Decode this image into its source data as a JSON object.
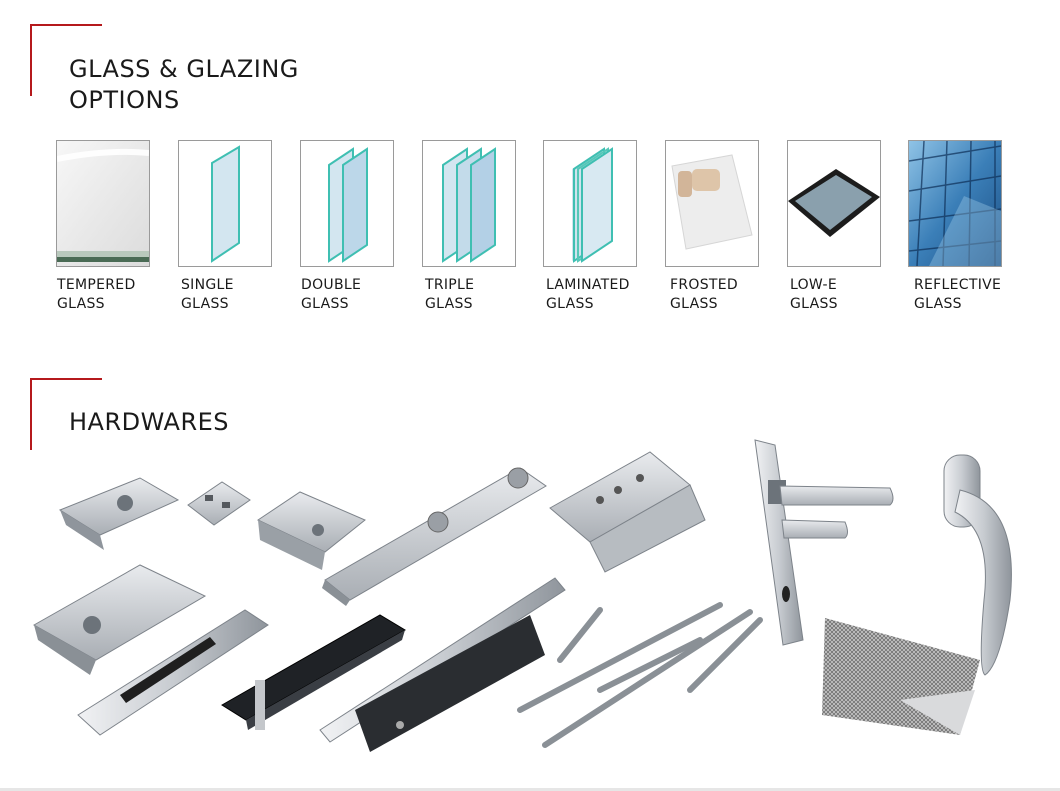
{
  "sections": {
    "glass": {
      "title_line1": "GLASS & GLAZING",
      "title_line2": "OPTIONS"
    },
    "hardware": {
      "title": "HARDWARES"
    }
  },
  "glass_options": [
    {
      "line1": "TEMPERED",
      "line2": "GLASS"
    },
    {
      "line1": "SINGLE",
      "line2": "GLASS"
    },
    {
      "line1": "DOUBLE",
      "line2": "GLASS"
    },
    {
      "line1": "TRIPLE",
      "line2": "GLASS"
    },
    {
      "line1": "LAMINATED",
      "line2": "GLASS"
    },
    {
      "line1": "FROSTED",
      "line2": "GLASS"
    },
    {
      "line1": "LOW-E",
      "line2": "GLASS"
    },
    {
      "line1": "REFLECTIVE",
      "line2": "GLASS"
    }
  ],
  "colors": {
    "accent": "#b5191c",
    "glass_edge": "#3fbfb2",
    "glass_fill": "#cfe3ee",
    "metal": "#c4c7cb"
  }
}
